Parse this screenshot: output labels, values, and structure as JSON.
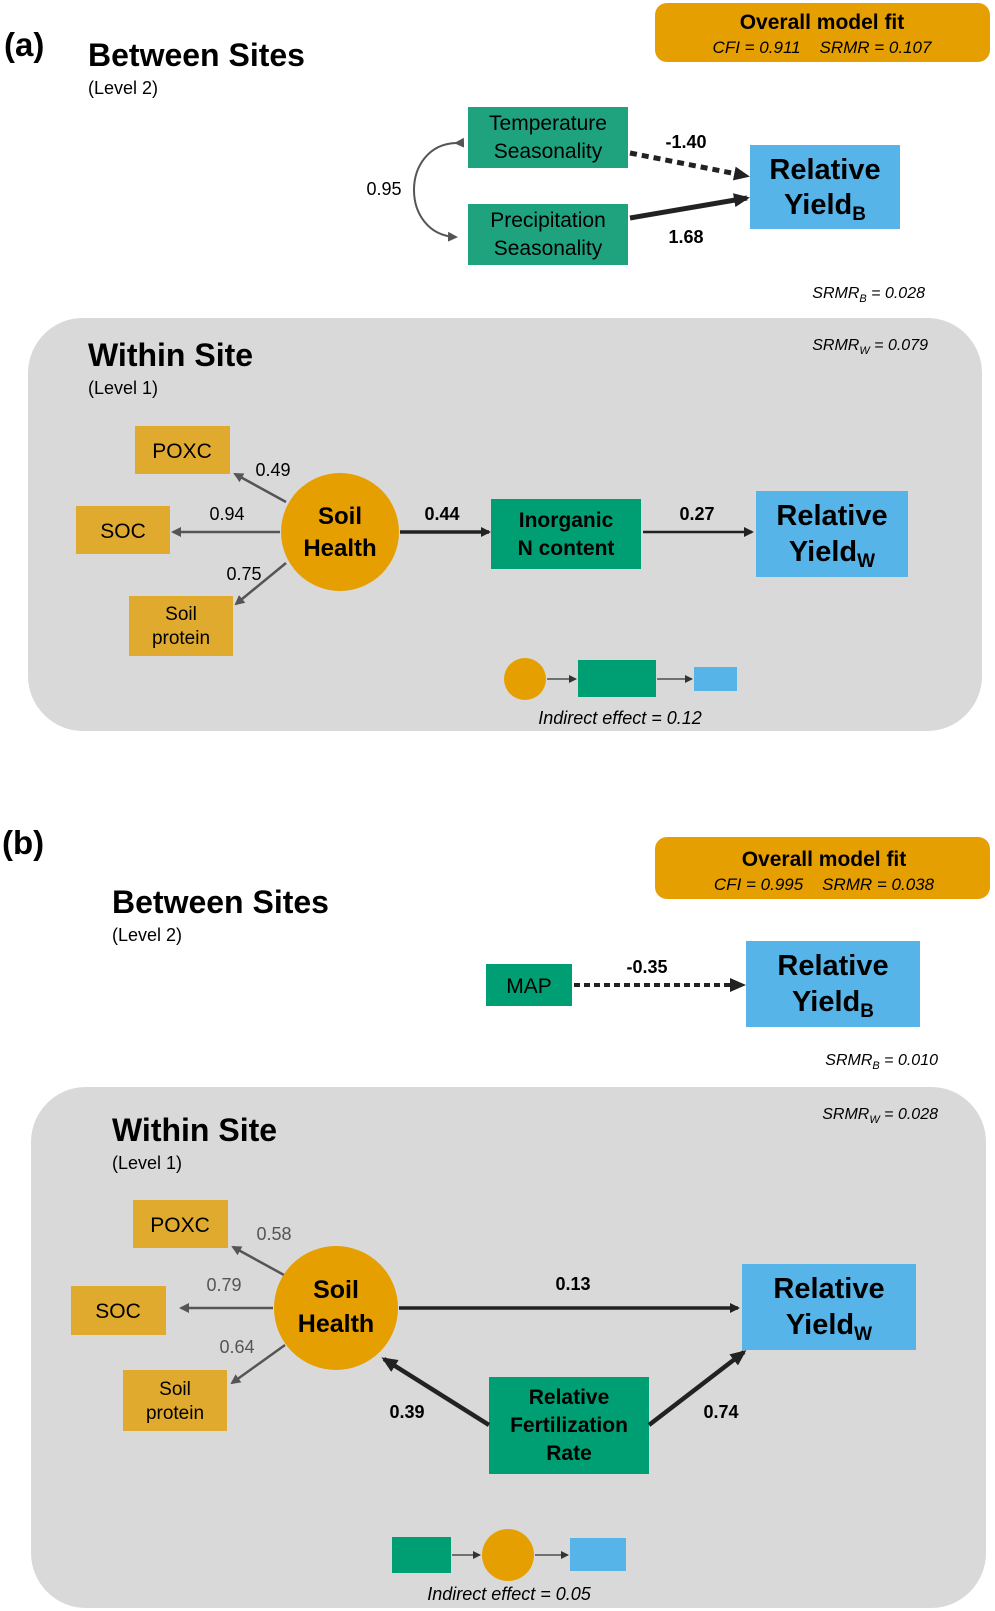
{
  "panel_a": {
    "label": "(a)",
    "fit_box": {
      "title": "Overall model fit",
      "stats": "CFI = 0.911    SRMR = 0.107"
    },
    "between": {
      "title": "Between Sites",
      "subtitle": "(Level 2)",
      "covariance": "0.95",
      "temp_line1": "Temperature",
      "temp_line2": "Seasonality",
      "precip_line1": "Precipitation",
      "precip_line2": "Seasonality",
      "yield_line1": "Relative",
      "yield_base": "Yield",
      "yield_sub": "B",
      "coef_temp": "-1.40",
      "coef_precip": "1.68",
      "srmr_lbl": "SRMR",
      "srmr_sub": "B",
      "srmr_val": " = 0.028"
    },
    "within": {
      "title": "Within Site",
      "subtitle": "(Level 1)",
      "srmr_lbl": "SRMR",
      "srmr_sub": "W",
      "srmr_val": " = 0.079",
      "poxc": "POXC",
      "soc": "SOC",
      "protein_line1": "Soil",
      "protein_line2": "protein",
      "soil_line1": "Soil",
      "soil_line2": "Health",
      "n_line1": "Inorganic",
      "n_line2": "N content",
      "yield_line1": "Relative",
      "yield_base": "Yield",
      "yield_sub": "W",
      "load_poxc": "0.49",
      "load_soc": "0.94",
      "load_protein": "0.75",
      "coef_soil_n": "0.44",
      "coef_n_yield": "0.27",
      "indirect": "Indirect effect = 0.12"
    }
  },
  "panel_b": {
    "label": "(b)",
    "fit_box": {
      "title": "Overall model fit",
      "stats": "CFI = 0.995    SRMR = 0.038"
    },
    "between": {
      "title": "Between Sites",
      "subtitle": "(Level 2)",
      "map": "MAP",
      "coef_map": "-0.35",
      "yield_line1": "Relative",
      "yield_base": "Yield",
      "yield_sub": "B",
      "srmr_lbl": "SRMR",
      "srmr_sub": "B",
      "srmr_val": " = 0.010"
    },
    "within": {
      "title": "Within Site",
      "subtitle": "(Level 1)",
      "srmr_lbl": "SRMR",
      "srmr_sub": "W",
      "srmr_val": " = 0.028",
      "poxc": "POXC",
      "soc": "SOC",
      "protein_line1": "Soil",
      "protein_line2": "protein",
      "soil_line1": "Soil",
      "soil_line2": "Health",
      "fert_line1": "Relative",
      "fert_line2": "Fertilization",
      "fert_line3": "Rate",
      "yield_line1": "Relative",
      "yield_base": "Yield",
      "yield_sub": "W",
      "load_poxc": "0.58",
      "load_soc": "0.79",
      "load_protein": "0.64",
      "coef_soil_yield": "0.13",
      "coef_fert_soil": "0.39",
      "coef_fert_yield": "0.74",
      "indirect": "Indirect effect = 0.05"
    }
  },
  "colors": {
    "orange": "#E69F00",
    "teal": "#009E73",
    "tealA": "#1FA37F",
    "sky": "#56B4E9",
    "soilbox": "#E0AA2E",
    "panel": "#D9D9D9",
    "arrow_dark": "#222222",
    "arrow_grey": "#555555"
  }
}
